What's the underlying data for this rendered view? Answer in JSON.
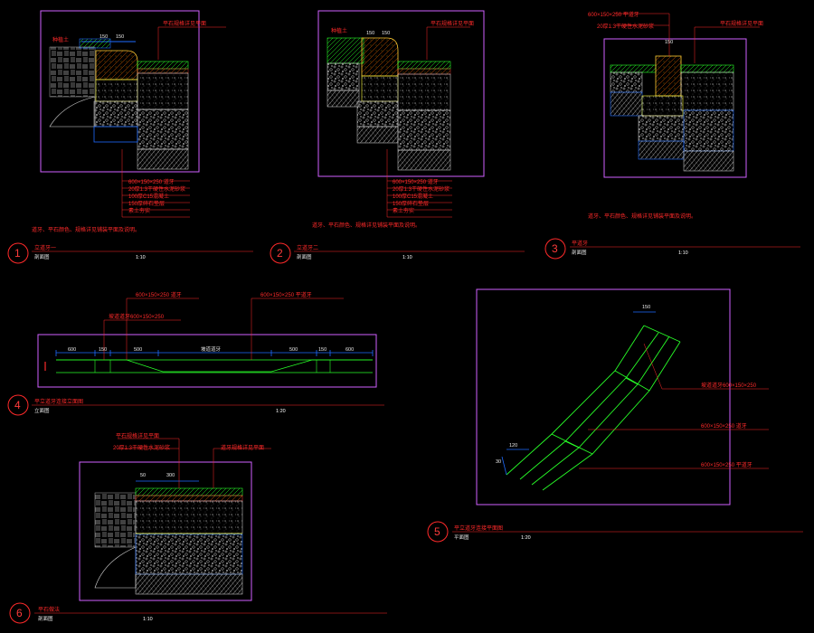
{
  "drawing": {
    "colors": {
      "background": "#000000",
      "frame": "#d060ff",
      "annotation": "#ff2a2a",
      "dimension": "#1e6bff",
      "paving": "#28ff28",
      "yellow": "#ffff3c",
      "white": "#e8e8e8"
    },
    "details": [
      {
        "number": "1",
        "title": "立道牙一",
        "subtitle": "剖面图",
        "scale": "1:10",
        "labels": [
          "平石规格详见平面",
          "种植土",
          "600×150×250 道牙",
          "20厚1:3干硬性水泥砂浆",
          "100厚C15混凝土",
          "150厚碎石垫层",
          "素土夯实"
        ],
        "dims": [
          "150",
          "150"
        ],
        "note": "道牙、平石颜色、规格详见铺装平面及说明。"
      },
      {
        "number": "2",
        "title": "立道牙二",
        "subtitle": "剖面图",
        "scale": "1:10",
        "labels": [
          "平石规格详见平面",
          "种植土",
          "600×150×250 道牙",
          "20厚1:3干硬性水泥砂浆",
          "100厚C15混凝土",
          "150厚碎石垫层",
          "素土夯实"
        ],
        "dims": [
          "150",
          "150"
        ],
        "note": "道牙、平石颜色、规格详见铺装平面及说明。"
      },
      {
        "number": "3",
        "title": "平道牙",
        "subtitle": "剖面图",
        "scale": "1:10",
        "labels": [
          "600×150×250 平道牙",
          "20厚1:3干硬性水泥砂浆",
          "平石规格详见平面"
        ],
        "dims": [
          "150"
        ],
        "note": "道牙、平石颜色、规格详见铺装平面及说明。"
      },
      {
        "number": "4",
        "title": "平立道牙连接立面图",
        "subtitle": "立面图",
        "scale": "1:20",
        "labels": [
          "600×150×250 道牙",
          "坡道道牙600×150×250",
          "600×150×250 平道牙"
        ],
        "dims": [
          "600",
          "150",
          "500",
          "坡道道牙",
          "500",
          "150",
          "600"
        ]
      },
      {
        "number": "5",
        "title": "平立道牙连接平面图",
        "subtitle": "平面图",
        "scale": "1:20",
        "labels": [
          "坡道道牙600×150×250",
          "600×150×250 道牙",
          "600×150×250 平道牙"
        ],
        "dims": [
          "150",
          "120",
          "30"
        ]
      },
      {
        "number": "6",
        "title": "平石做法",
        "subtitle": "剖面图",
        "scale": "1:10",
        "labels": [
          "平石规格详见平面",
          "20厚1:3干硬性水泥砂浆",
          "道牙规格详见平面"
        ],
        "dims": [
          "50",
          "300"
        ]
      }
    ]
  }
}
